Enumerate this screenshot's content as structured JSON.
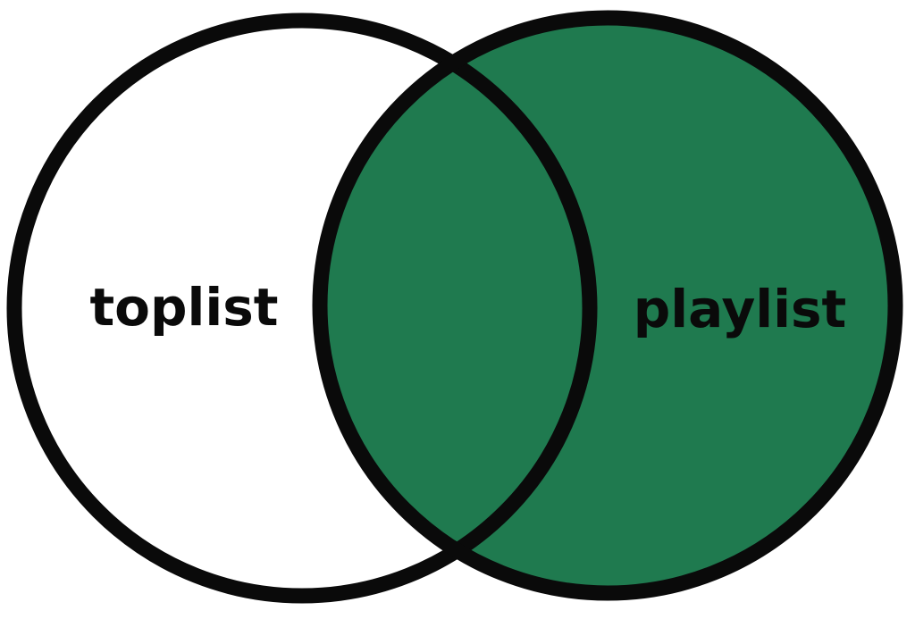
{
  "diagram": {
    "type": "venn",
    "sets": [
      {
        "label": "toplist",
        "fill": "#ffffff",
        "highlighted": false
      },
      {
        "label": "playlist",
        "fill": "#1f7a4f",
        "highlighted": true
      }
    ],
    "intersection": {
      "fill": "#1f7a4f",
      "highlighted": true
    },
    "stroke_color": "#0a0a0a"
  }
}
